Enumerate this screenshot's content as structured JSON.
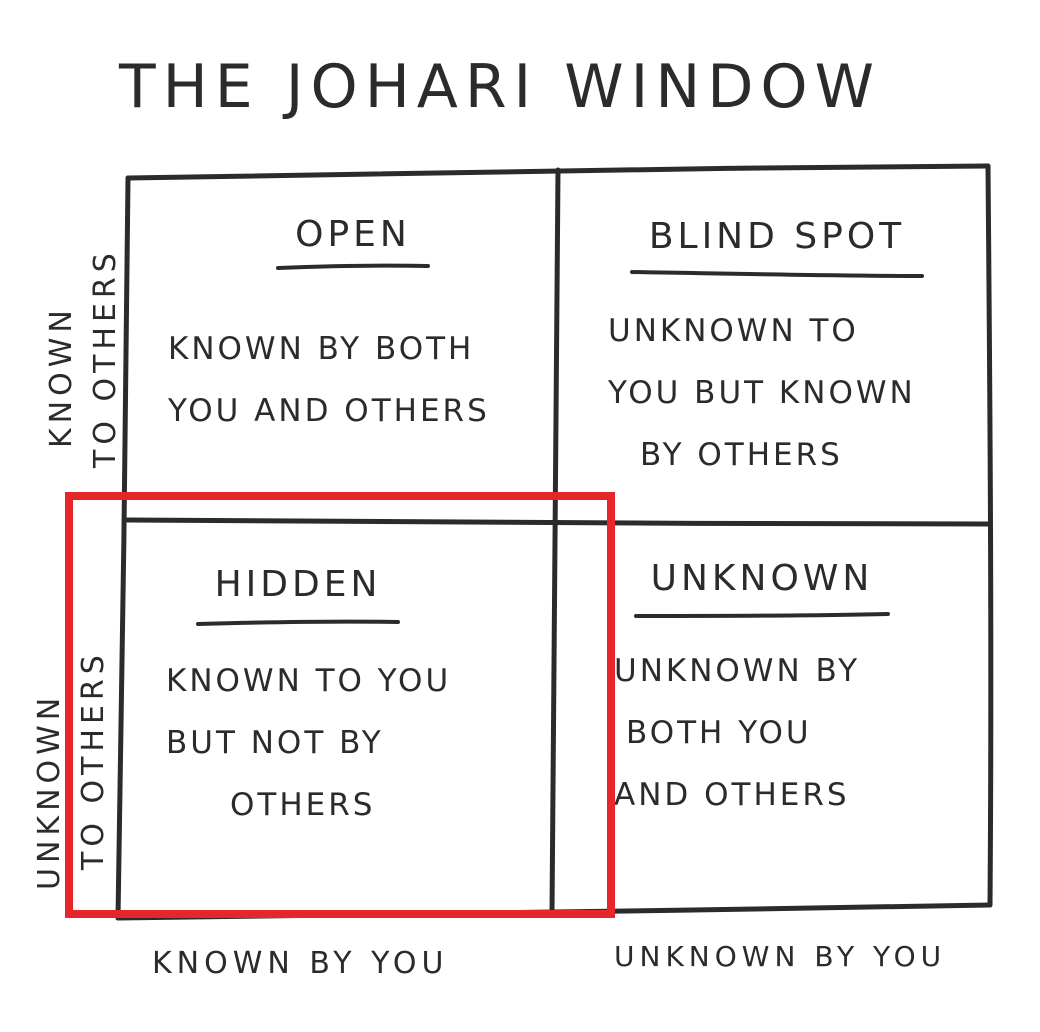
{
  "title": "THE JOHARI WINDOW",
  "quadrants": [
    {
      "heading": "OPEN",
      "lines": [
        "KNOWN BY BOTH",
        "YOU AND OTHERS"
      ]
    },
    {
      "heading": "BLIND SPOT",
      "lines": [
        "UNKNOWN TO",
        "YOU BUT KNOWN",
        "BY OTHERS"
      ]
    },
    {
      "heading": "HIDDEN",
      "lines": [
        "KNOWN TO YOU",
        "BUT NOT BY",
        "OTHERS"
      ]
    },
    {
      "heading": "UNKNOWN",
      "lines": [
        "UNKNOWN BY",
        "BOTH YOU",
        "AND OTHERS"
      ]
    }
  ],
  "axes": {
    "x_left": "KNOWN BY YOU",
    "x_right": "UNKNOWN BY YOU",
    "y_top": [
      "KNOWN",
      "TO OTHERS"
    ],
    "y_bottom": [
      "UNKNOWN",
      "TO OTHERS"
    ]
  },
  "highlight": {
    "target": "HIDDEN",
    "color": "#e6262a"
  },
  "colors": {
    "ink": "#2b2b2b",
    "background": "#ffffff"
  }
}
